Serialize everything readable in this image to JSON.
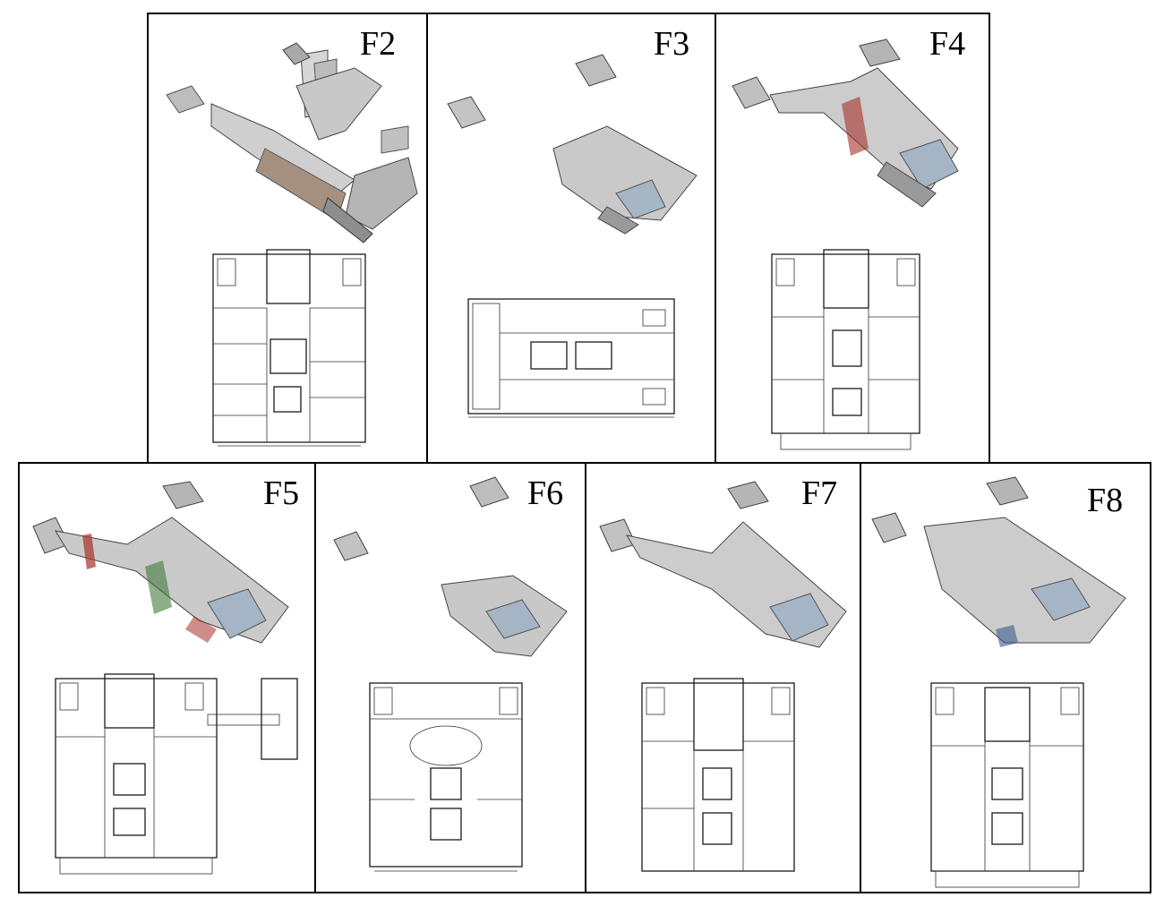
{
  "panels": [
    {
      "id": "F2",
      "label": "F2"
    },
    {
      "id": "F3",
      "label": "F3"
    },
    {
      "id": "F4",
      "label": "F4"
    },
    {
      "id": "F5",
      "label": "F5"
    },
    {
      "id": "F6",
      "label": "F6"
    },
    {
      "id": "F7",
      "label": "F7"
    },
    {
      "id": "F8",
      "label": "F8"
    }
  ],
  "colors": {
    "border": "#000000",
    "wall": "#1a1a1a",
    "scan_light": "#d8d8d8",
    "scan_mid": "#9a9a9a",
    "scan_dark": "#5a5a5a",
    "accent_red": "#a8302a",
    "accent_green": "#3f7a3a",
    "accent_blue": "#3a5a8a"
  }
}
